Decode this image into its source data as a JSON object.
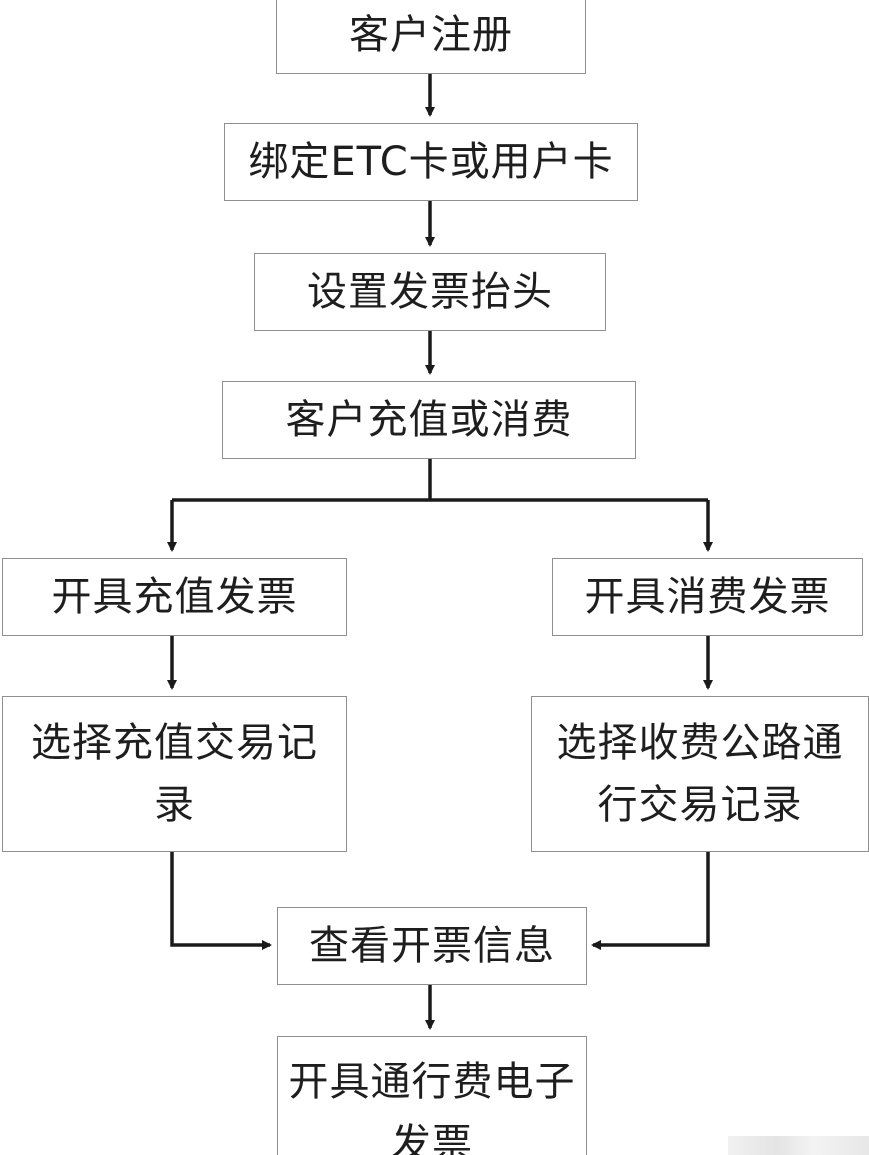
{
  "flowchart": {
    "nodes": {
      "register": "客户注册",
      "bind_card": "绑定ETC卡或用户卡",
      "set_invoice_title": "设置发票抬头",
      "recharge_or_consume": "客户充值或消费",
      "recharge_invoice": "开具充值发票",
      "consume_invoice": "开具消费发票",
      "select_recharge_records": "选择充值交易记录",
      "select_toll_records": "选择收费公路通行交易记录",
      "view_invoice_info": "查看开票信息",
      "issue_e_invoice": "开具通行费电子发票"
    },
    "edges": [
      [
        "register",
        "bind_card"
      ],
      [
        "bind_card",
        "set_invoice_title"
      ],
      [
        "set_invoice_title",
        "recharge_or_consume"
      ],
      [
        "recharge_or_consume",
        "recharge_invoice"
      ],
      [
        "recharge_or_consume",
        "consume_invoice"
      ],
      [
        "recharge_invoice",
        "select_recharge_records"
      ],
      [
        "consume_invoice",
        "select_toll_records"
      ],
      [
        "select_recharge_records",
        "view_invoice_info"
      ],
      [
        "select_toll_records",
        "view_invoice_info"
      ],
      [
        "view_invoice_info",
        "issue_e_invoice"
      ]
    ],
    "colors": {
      "box_border": "#8f8f8f",
      "arrow": "#1a1a1a",
      "text": "#1e1e1e"
    }
  }
}
